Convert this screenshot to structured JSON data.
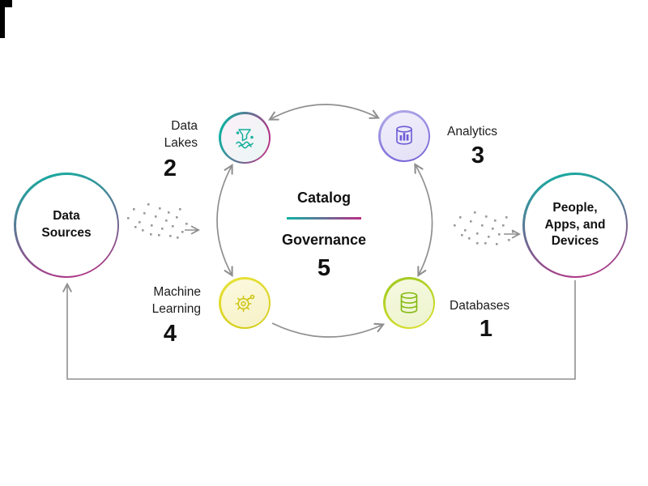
{
  "colors": {
    "teal": "#0eb2a2",
    "magenta": "#bb2e84",
    "purple": "#6b5ad6",
    "green": "#84ba12",
    "yellow": "#cfc618",
    "gray": "#8f8f8f"
  },
  "left_node": {
    "label": "Data Sources"
  },
  "right_node": {
    "label": "People, Apps, and Devices"
  },
  "center": {
    "title": "Catalog",
    "subtitle": "Governance",
    "number": "5"
  },
  "cycle": {
    "data_lakes": {
      "label": "Data Lakes",
      "number": "2"
    },
    "analytics": {
      "label": "Analytics",
      "number": "3"
    },
    "machine_learning": {
      "label": "Machine Learning",
      "number": "4"
    },
    "databases": {
      "label": "Databases",
      "number": "1"
    }
  }
}
